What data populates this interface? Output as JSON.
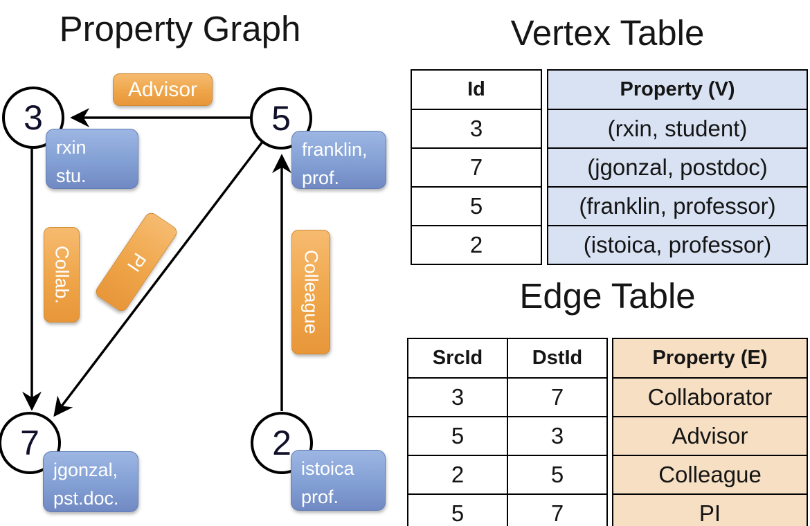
{
  "graph": {
    "title": "Property Graph",
    "nodes": [
      {
        "id": "3",
        "property_lines": [
          "rxin",
          "stu."
        ]
      },
      {
        "id": "5",
        "property_lines": [
          "franklin,",
          "prof."
        ]
      },
      {
        "id": "7",
        "property_lines": [
          "jgonzal,",
          "pst.doc."
        ]
      },
      {
        "id": "2",
        "property_lines": [
          "istoica",
          "prof."
        ]
      }
    ],
    "edges": [
      {
        "src": "3",
        "dst": "7",
        "display_label": "Collab."
      },
      {
        "src": "5",
        "dst": "3",
        "display_label": "Advisor"
      },
      {
        "src": "2",
        "dst": "5",
        "display_label": "Colleague"
      },
      {
        "src": "5",
        "dst": "7",
        "display_label": "PI"
      }
    ]
  },
  "vertex_table": {
    "title": "Vertex Table",
    "headers": {
      "id": "Id",
      "property": "Property (V)"
    },
    "rows": [
      {
        "id": "3",
        "property": "(rxin, student)"
      },
      {
        "id": "7",
        "property": "(jgonzal, postdoc)"
      },
      {
        "id": "5",
        "property": "(franklin, professor)"
      },
      {
        "id": "2",
        "property": "(istoica, professor)"
      }
    ]
  },
  "edge_table": {
    "title": "Edge Table",
    "headers": {
      "src": "SrcId",
      "dst": "DstId",
      "property": "Property (E)"
    },
    "rows": [
      {
        "src": "3",
        "dst": "7",
        "property": "Collaborator"
      },
      {
        "src": "5",
        "dst": "3",
        "property": "Advisor"
      },
      {
        "src": "2",
        "dst": "5",
        "property": "Colleague"
      },
      {
        "src": "5",
        "dst": "7",
        "property": "PI"
      }
    ]
  },
  "colors": {
    "edge_label_fill": "#EFA549",
    "vertex_property_box_fill": "#84A1D5",
    "vertex_table_cell_fill": "#D9E2F3",
    "edge_table_cell_fill": "#F6DFC3",
    "line_color": "#000000"
  }
}
